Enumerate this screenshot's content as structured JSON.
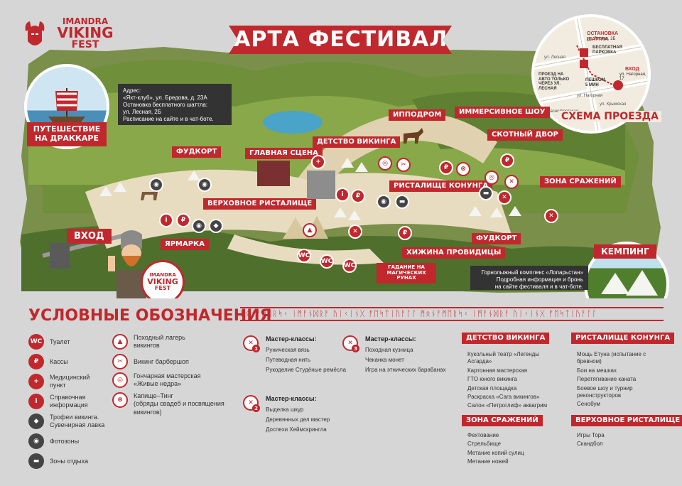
{
  "logo": {
    "line1": "IMANDRA",
    "line2": "VIKING",
    "line3": "FEST"
  },
  "title": "КАРТА ФЕСТИВАЛЯ",
  "drakkar": {
    "label_line1": "ПУТЕШЕСТВИЕ",
    "label_line2": "НА ДРАККАРЕ",
    "info": [
      "Адрес:",
      "«Яхт-клуб», ул. Бредова, д. 23А",
      "Остановка бесплатного шаттла:",
      "ул. Лесная, 2Б",
      "Расписание на сайте и в чат-боте."
    ]
  },
  "scheme": {
    "title": "СХЕМА ПРОЕЗДА",
    "shuttle_stop": "ОСТАНОВКА ШАТТЛА",
    "shuttle_addr": "ул. Лесная, 2Б",
    "parking": "БЕСПЛАТНАЯ ПАРКОВКА",
    "road_note": "ПРОЕЗД НА АВТО ТОЛЬКО ЧЕРЕЗ УЛ. ЛЕСНАЯ",
    "walk": "ПЕШКОМ 5 МИН",
    "entrance": "ВХОД",
    "entrance_addr": "ул. Нагорная, 17",
    "street1": "ул. Лесная",
    "street2": "ул. Нагорная",
    "street3": "ул. Крымская",
    "street4": "ул. Краснофлотская"
  },
  "zones": {
    "hippodrome": "ИППОДРОМ",
    "immersive": "ИММЕРСИВНОЕ ШОУ",
    "cattle": "СКОТНЫЙ ДВОР",
    "childhood": "ДЕТСТВО ВИКИНГА",
    "main_stage": "ГЛАВНАЯ СЦЕНА",
    "foodcourt1": "ФУДКОРТ",
    "horse_arena": "РИСТАЛИЩЕ КОНУНГА",
    "battle": "ЗОНА СРАЖЕНИЙ",
    "supreme_arena": "ВЕРХОВНОЕ РИСТАЛИЩЕ",
    "entrance": "ВХОД",
    "fair": "ЯРМАРКА",
    "foodcourt2": "ФУДКОРТ",
    "prophetess": "ХИЖИНА ПРОВИДИЦЫ",
    "fortune": "ГАДАНИЕ НА МАГИЧЕСКИХ РУНАХ",
    "camping": "КЕМПИНГ"
  },
  "camping_info": [
    "Горнолыжный комплекс «Лопарьстан»",
    "Подробная информация и бронь",
    "на сайте фестиваля и в чат-боте."
  ],
  "legend": {
    "title": "УСЛОВНЫЕ ОБОЗНАЧЕНИЯ",
    "runes": "ᛗᛟᚾᚨᛗᛖᚱᛋᚲ ᛁᛗᚨᚾᛞᚱᚨ ᚢᛁᚲᛁᚾᚷ ᚠᛖᛋᛏᛁᚢᚨᛚᛚ ᛗᛟᚾᚨᛗᛖᚱᛋᚲ ᛁᛗᚨᚾᛞᚱᚨ ᚢᛁᚲᛁᚾᚷ ᚠᛖᛋᛏᛁᚢᚨᛚᛚ",
    "col1": [
      {
        "icon": "WC",
        "type": "red",
        "name": "wc-icon",
        "text": "Туалет"
      },
      {
        "icon": "₽",
        "type": "red",
        "name": "ruble-icon",
        "text": "Кассы"
      },
      {
        "icon": "+",
        "type": "red",
        "name": "medical-icon",
        "text": "Медицинский пункт"
      },
      {
        "icon": "i",
        "type": "red",
        "name": "info-icon",
        "text": "Справочная информация"
      },
      {
        "icon": "◆",
        "type": "dark",
        "name": "diamond-icon",
        "text": "Трофеи викинга. Сувенирная лавка"
      },
      {
        "icon": "◉",
        "type": "dark",
        "name": "camera-icon",
        "text": "Фотозоны"
      },
      {
        "icon": "▬",
        "type": "dark",
        "name": "sofa-icon",
        "text": "Зоны отдыха"
      }
    ],
    "col2": [
      {
        "icon": "▲",
        "type": "outline",
        "name": "camp-icon",
        "text": "Походный лагерь викингов"
      },
      {
        "icon": "✂",
        "type": "outline",
        "name": "barbershop-icon",
        "text": "Викинг барбершоп"
      },
      {
        "icon": "◎",
        "type": "outline",
        "name": "pottery-icon",
        "text": "Гончарная мастерская «Живые недра»"
      },
      {
        "icon": "⊗",
        "type": "outline",
        "name": "temple-icon",
        "text": "Капище–Тинг",
        "sub": "(обряды свадеб и посвящения викингов)"
      }
    ]
  },
  "masterclasses": {
    "mc1": {
      "num": "1",
      "head": "Мастер-классы:",
      "items": [
        "Руническая вязь",
        "Путеводная нить",
        "Рукоделие Студёные ремёсла"
      ]
    },
    "mc2": {
      "num": "2",
      "head": "Мастер-классы:",
      "items": [
        "Выделка шкур",
        "Деревянных дел мастер",
        "Доспехи Хеймскрингла"
      ]
    },
    "mc3": {
      "num": "3",
      "head": "Мастер-классы:",
      "items": [
        "Походная кузница",
        "Чеканка монет",
        "Игра на этнических барабанах"
      ]
    }
  },
  "program": {
    "childhood": {
      "title": "ДЕТСТВО ВИКИНГА",
      "items": [
        "Кукольный театр «Легенды Асгарда»",
        "Картонная мастерская",
        "ГТО юного викинга",
        "Детская площадка",
        "Раскраска «Сага викингов»",
        "Салон «Петроглиф» аквагрим"
      ]
    },
    "konung": {
      "title": "РИСТАЛИЩЕ КОНУНГА",
      "items": [
        "Мощь Етуна (испытание с бревном)",
        "Бои на мешках",
        "Перетягивание каната",
        "Боевое шоу и турнир реконструкторов",
        "Сенобум"
      ]
    },
    "battle": {
      "title": "ЗОНА СРАЖЕНИЙ",
      "items": [
        "Фехтование",
        "Стрельбище",
        "Метание копий сулиц",
        "Метание ножей"
      ]
    },
    "supreme": {
      "title": "ВЕРХОВНОЕ РИСТАЛИЩЕ",
      "items": [
        "Игры Тора",
        "Скандбол"
      ]
    }
  },
  "viking_badge": {
    "line1": "IMANDRA",
    "line2": "VIKING",
    "line3": "FEST"
  },
  "colors": {
    "accent": "#c0282d",
    "dark": "#444444",
    "grass": "#6f8f3a",
    "sand": "#e8dcc0",
    "background": "#d6d6d6"
  }
}
